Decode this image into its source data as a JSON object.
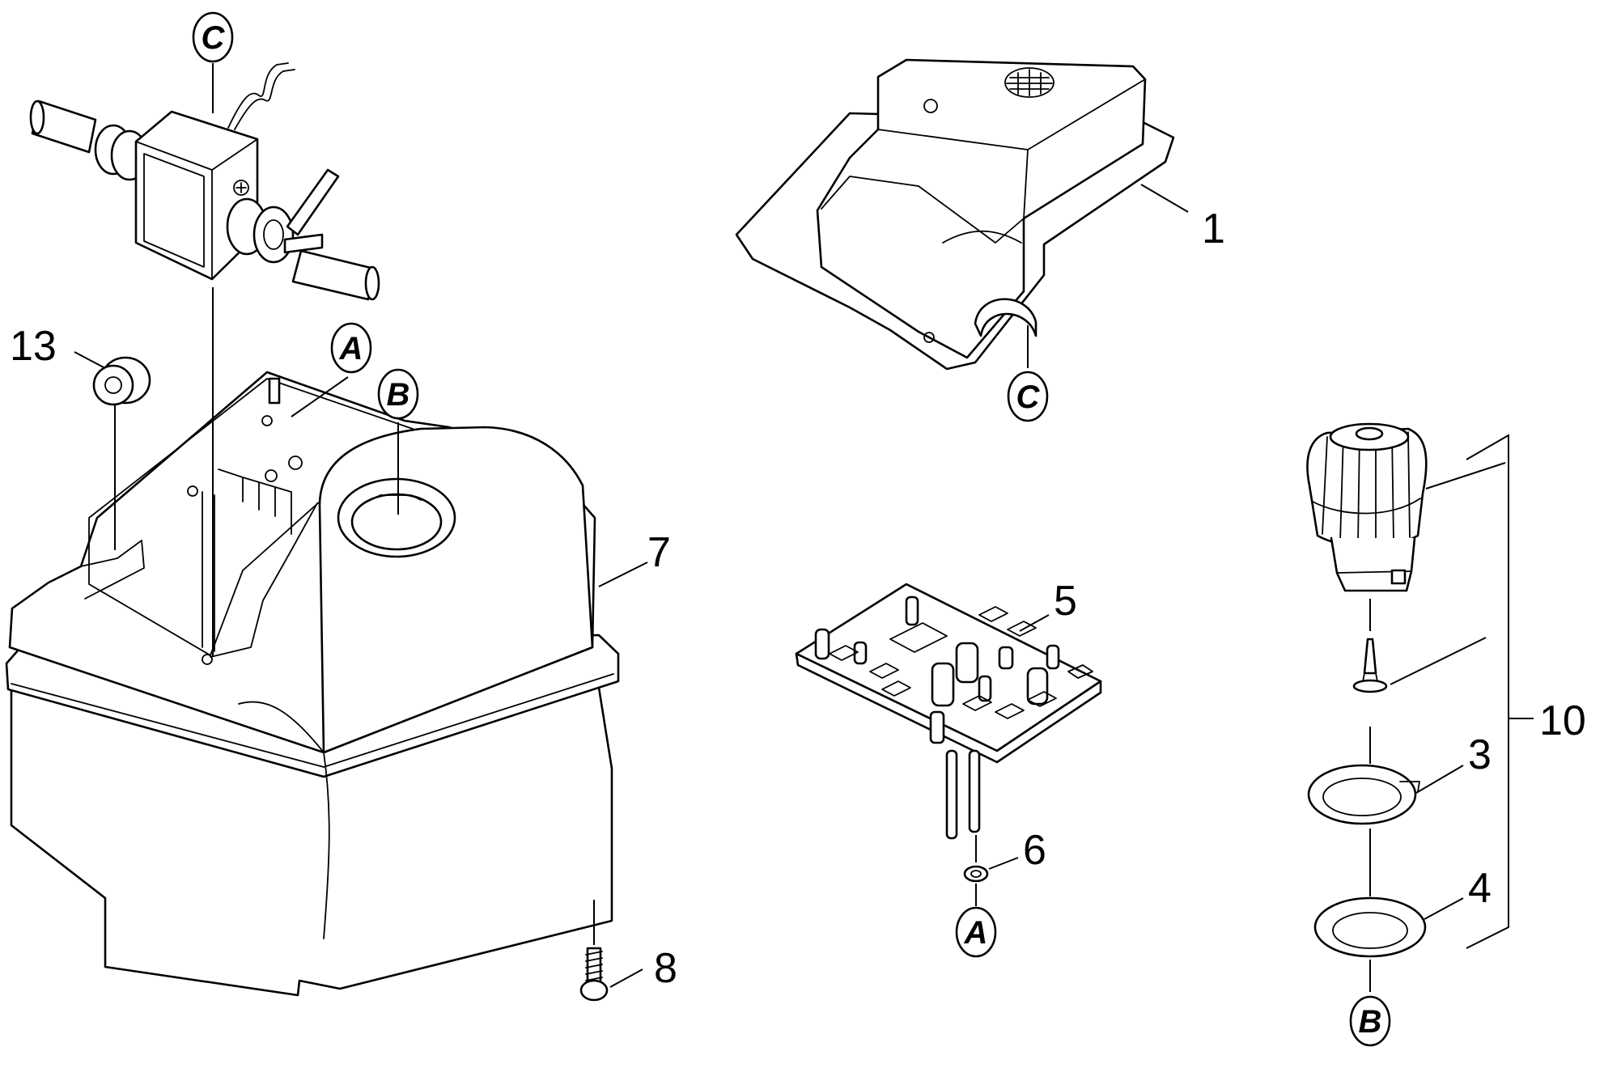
{
  "part_numbers": {
    "p1": "1",
    "p3": "3",
    "p4": "4",
    "p5": "5",
    "p6": "6",
    "p7": "7",
    "p8": "8",
    "p10": "10",
    "p13": "13"
  },
  "reference_markers": {
    "a_upper": "A",
    "a_lower": "A",
    "b_upper": "B",
    "b_lower": "B",
    "c_upper": "C",
    "c_lower": "C"
  }
}
